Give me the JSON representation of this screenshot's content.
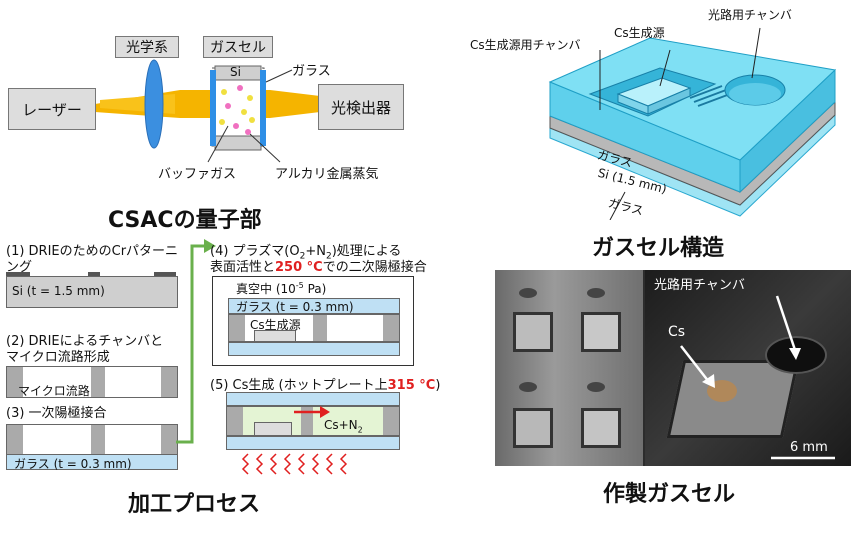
{
  "csac": {
    "optics_label": "光学系",
    "cell_label": "ガスセル",
    "laser_label": "レーザー",
    "detector_label": "光検出器",
    "si_label": "Si",
    "glass_label": "ガラス",
    "buffer_gas_label": "バッファガス",
    "alkali_label": "アルカリ金属蒸気",
    "title": "CSACの量子部"
  },
  "structure": {
    "cs_chamber_label": "Cs生成源用チャンバ",
    "cs_source_label": "Cs生成源",
    "optical_chamber_label": "光路用チャンバ",
    "glass_top_label": "ガラス",
    "si_label": "Si (1.5 mm)",
    "glass_bottom_label": "ガラス",
    "title": "ガスセル構造"
  },
  "process": {
    "step1": "(1) DRIEのためのCrパターニ",
    "step1b": "ング",
    "step1_si": "Si (t = 1.5 mm)",
    "step2": "(2) DRIEによるチャンバと",
    "step2b": "マイクロ流路形成",
    "step2_channel": "マイクロ流路",
    "step3": "(3) 一次陽極接合",
    "step3_glass": "ガラス (t = 0.3 mm)",
    "step4_a": "(4) プラズマ(O",
    "step4_sub1": "2",
    "step4_b": "+N",
    "step4_sub2": "2",
    "step4_c": ")処理による",
    "step4_line2a": "表面活性と",
    "step4_temp": "250 °C",
    "step4_line2b": "での二次陽極接合",
    "step4_vac_a": "真空中 (10",
    "step4_vac_sup": "-5",
    "step4_vac_b": " Pa)",
    "step4_glass": "ガラス (t = 0.3 mm)",
    "step4_cs": "Cs生成源",
    "step5_a": "(5) Cs生成 (ホットプレート上",
    "step5_temp": "315 °C",
    "step5_b": ")",
    "step5_cs": "Cs+N",
    "step5_sub": "2",
    "title": "加工プロセス"
  },
  "photo": {
    "optical_chamber_label": "光路用チャンバ",
    "cs_label": "Cs",
    "scale_label": "6 mm",
    "title": "作製ガスセル"
  }
}
